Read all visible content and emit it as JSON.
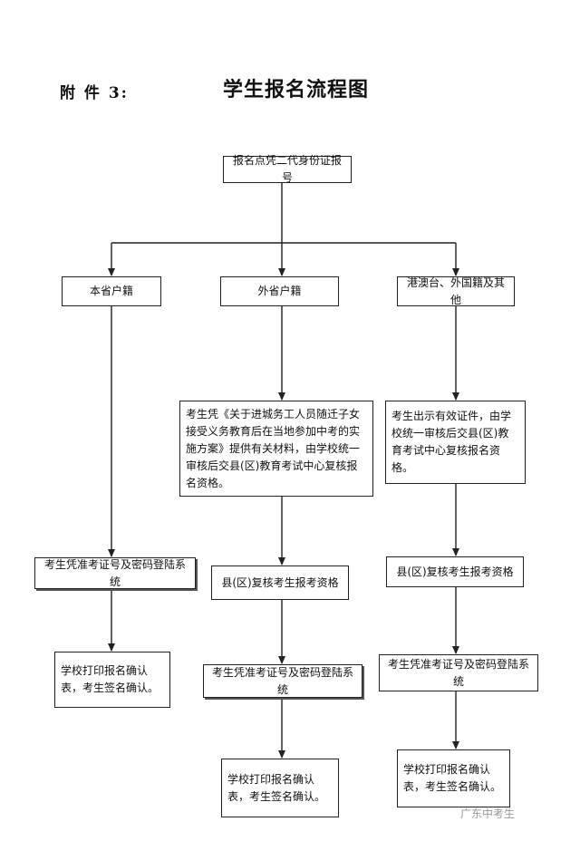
{
  "header": {
    "attachment": "附 件 3:",
    "title": "学生报名流程图"
  },
  "nodes": {
    "start": "报名点凭二代身份证报号",
    "local": "本省户籍",
    "other_province": "外省户籍",
    "hmt_foreign": "港澳台、外国籍及其他",
    "other_province_materials": "考生凭《关于进城务工人员随迁子女接受义务教育后在当地参加中考的实施方案》提供有关材料，由学校统一审核后交县(区)教育考试中心复核报名资格。",
    "hmt_materials": "考生出示有效证件，由学校统一审核后交县(区)教育考试中心复核报名资格。",
    "local_login": "考生凭准考证号及密码登陆系统",
    "other_review": "县(区)复核考生报考资格",
    "hmt_review": "县(区)复核考生报考资格",
    "local_confirm": "学校打印报名确认表，考生签名确认。",
    "other_login": "考生凭准考证号及密码登陆系统",
    "hmt_login": "考生凭准考证号及密码登陆系统",
    "other_confirm": "学校打印报名确认表，考生签名确认。",
    "hmt_confirm": "学校打印报名确认表，考生签名确认。"
  },
  "watermark": "广东中考生",
  "colors": {
    "line": "#222222",
    "background": "#ffffff"
  }
}
